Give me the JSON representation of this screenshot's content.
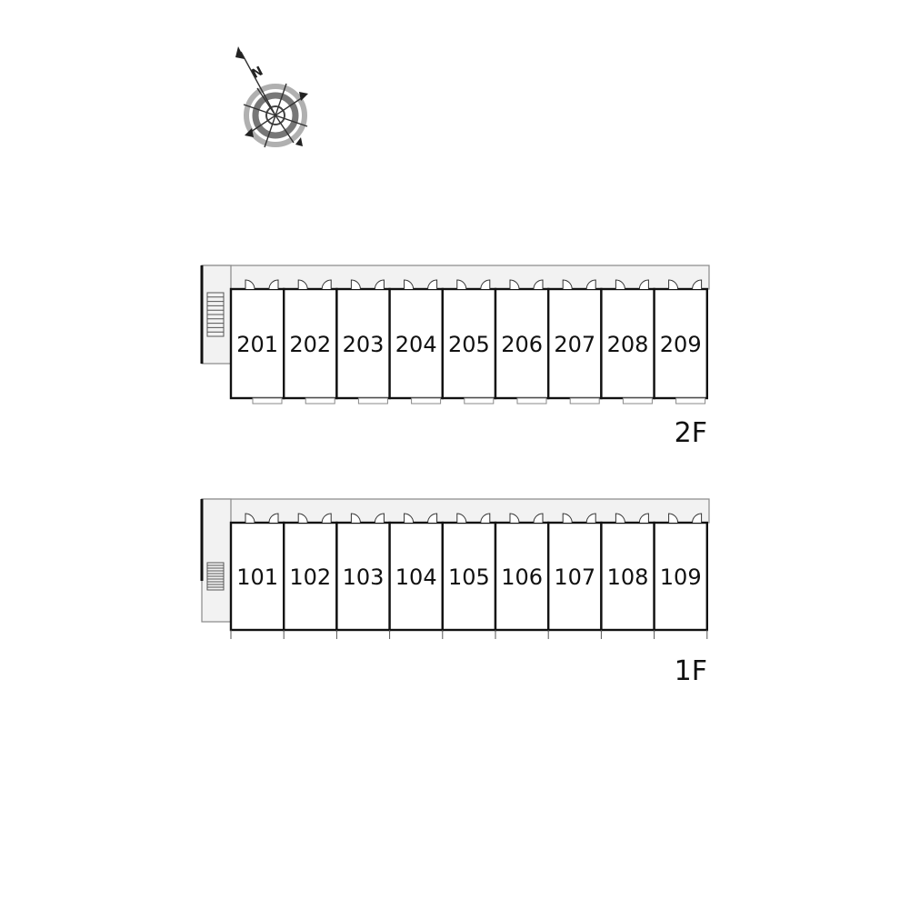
{
  "compass": {
    "icon": "compass-rose-icon",
    "north_label": "N"
  },
  "floors": [
    {
      "id": "floor-2",
      "label": "2F",
      "units": [
        "201",
        "202",
        "203",
        "204",
        "205",
        "206",
        "207",
        "208",
        "209"
      ]
    },
    {
      "id": "floor-1",
      "label": "1F",
      "units": [
        "101",
        "102",
        "103",
        "104",
        "105",
        "106",
        "107",
        "108",
        "109"
      ]
    }
  ],
  "colors": {
    "wall": "#111111",
    "corridor": "#f2f2f2",
    "outline": "#888888",
    "compass_ring": "#aaaaaa"
  }
}
